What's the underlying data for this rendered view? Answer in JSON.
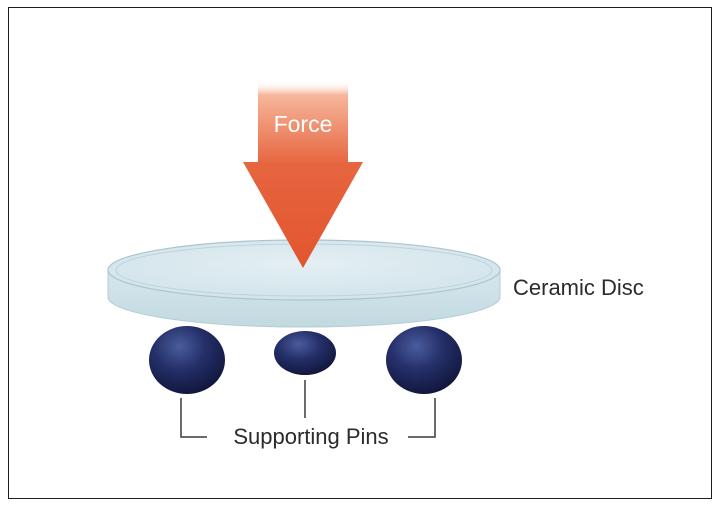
{
  "labels": {
    "force": "Force",
    "disc": "Ceramic Disc",
    "pins": "Supporting Pins"
  },
  "colors": {
    "arrow_top": "#f6a585",
    "arrow_main": "#e2552f",
    "disc_top": "#dce9ee",
    "disc_side": "#c9dfe6",
    "disc_edge": "#a9c6cf",
    "pin_dark": "#141a45",
    "pin_light": "#3c4e8c",
    "bracket": "#3a3a3a"
  },
  "icons": {
    "arrow": "force-arrow-icon",
    "disc": "ceramic-disc-icon",
    "pin": "sphere-pin-icon"
  }
}
